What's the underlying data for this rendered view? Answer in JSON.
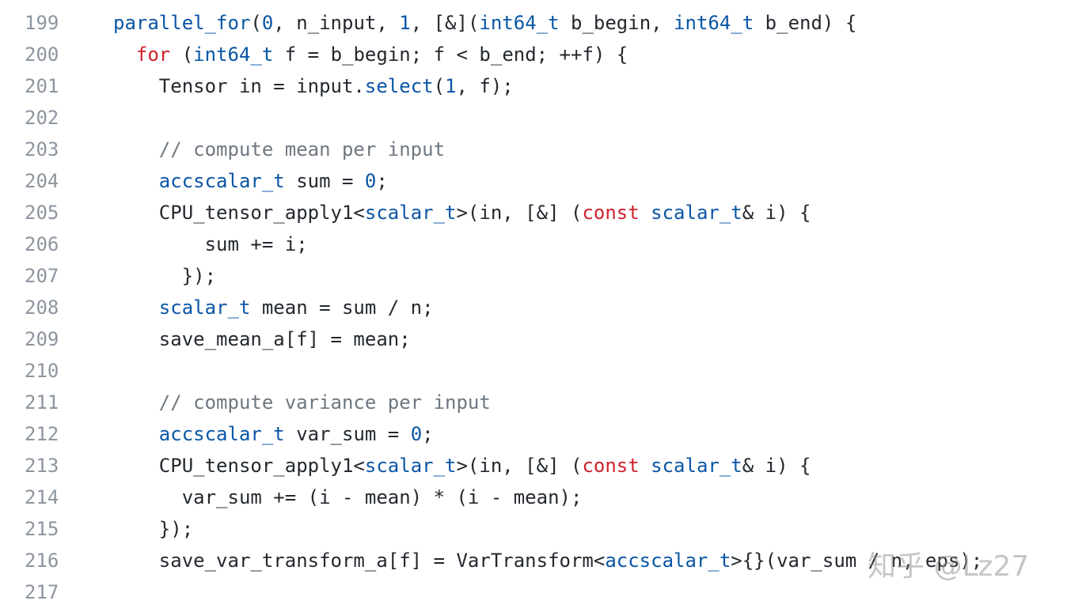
{
  "colors": {
    "background": "#ffffff",
    "line_number": "#8c959f",
    "plain": "#24292f",
    "type": "#0a56a5",
    "keyword": "#cf222e",
    "comment": "#6e7781"
  },
  "code": {
    "lines": [
      {
        "number": "199",
        "indent": "",
        "tokens": [
          {
            "t": "parallel_for",
            "c": "func"
          },
          {
            "t": "(",
            "c": "plain"
          },
          {
            "t": "0",
            "c": "num"
          },
          {
            "t": ", n_input, ",
            "c": "plain"
          },
          {
            "t": "1",
            "c": "num"
          },
          {
            "t": ", [&](",
            "c": "plain"
          },
          {
            "t": "int64_t",
            "c": "type"
          },
          {
            "t": " b_begin, ",
            "c": "plain"
          },
          {
            "t": "int64_t",
            "c": "type"
          },
          {
            "t": " b_end) {",
            "c": "plain"
          }
        ]
      },
      {
        "number": "200",
        "indent": "  ",
        "tokens": [
          {
            "t": "for",
            "c": "kw"
          },
          {
            "t": " (",
            "c": "plain"
          },
          {
            "t": "int64_t",
            "c": "type"
          },
          {
            "t": " f = b_begin; f < b_end; ++f) {",
            "c": "plain"
          }
        ]
      },
      {
        "number": "201",
        "indent": "    ",
        "tokens": [
          {
            "t": "Tensor in = input.",
            "c": "plain"
          },
          {
            "t": "select",
            "c": "func"
          },
          {
            "t": "(",
            "c": "plain"
          },
          {
            "t": "1",
            "c": "num"
          },
          {
            "t": ", f);",
            "c": "plain"
          }
        ]
      },
      {
        "number": "202",
        "indent": "",
        "tokens": []
      },
      {
        "number": "203",
        "indent": "    ",
        "tokens": [
          {
            "t": "// compute mean per input",
            "c": "comment"
          }
        ]
      },
      {
        "number": "204",
        "indent": "    ",
        "tokens": [
          {
            "t": "accscalar_t",
            "c": "type"
          },
          {
            "t": " sum = ",
            "c": "plain"
          },
          {
            "t": "0",
            "c": "num"
          },
          {
            "t": ";",
            "c": "plain"
          }
        ]
      },
      {
        "number": "205",
        "indent": "    ",
        "tokens": [
          {
            "t": "CPU_tensor_apply1<",
            "c": "plain"
          },
          {
            "t": "scalar_t",
            "c": "type"
          },
          {
            "t": ">(in, [&] (",
            "c": "plain"
          },
          {
            "t": "const",
            "c": "kw"
          },
          {
            "t": " ",
            "c": "plain"
          },
          {
            "t": "scalar_t",
            "c": "type"
          },
          {
            "t": "& i) {",
            "c": "plain"
          }
        ]
      },
      {
        "number": "206",
        "indent": "        ",
        "tokens": [
          {
            "t": "sum += i;",
            "c": "plain"
          }
        ]
      },
      {
        "number": "207",
        "indent": "      ",
        "tokens": [
          {
            "t": "});",
            "c": "plain"
          }
        ]
      },
      {
        "number": "208",
        "indent": "    ",
        "tokens": [
          {
            "t": "scalar_t",
            "c": "type"
          },
          {
            "t": " mean = sum / n;",
            "c": "plain"
          }
        ]
      },
      {
        "number": "209",
        "indent": "    ",
        "tokens": [
          {
            "t": "save_mean_a[f] = mean;",
            "c": "plain"
          }
        ]
      },
      {
        "number": "210",
        "indent": "",
        "tokens": []
      },
      {
        "number": "211",
        "indent": "    ",
        "tokens": [
          {
            "t": "// compute variance per input",
            "c": "comment"
          }
        ]
      },
      {
        "number": "212",
        "indent": "    ",
        "tokens": [
          {
            "t": "accscalar_t",
            "c": "type"
          },
          {
            "t": " var_sum = ",
            "c": "plain"
          },
          {
            "t": "0",
            "c": "num"
          },
          {
            "t": ";",
            "c": "plain"
          }
        ]
      },
      {
        "number": "213",
        "indent": "    ",
        "tokens": [
          {
            "t": "CPU_tensor_apply1<",
            "c": "plain"
          },
          {
            "t": "scalar_t",
            "c": "type"
          },
          {
            "t": ">(in, [&] (",
            "c": "plain"
          },
          {
            "t": "const",
            "c": "kw"
          },
          {
            "t": " ",
            "c": "plain"
          },
          {
            "t": "scalar_t",
            "c": "type"
          },
          {
            "t": "& i) {",
            "c": "plain"
          }
        ]
      },
      {
        "number": "214",
        "indent": "      ",
        "tokens": [
          {
            "t": "var_sum += (i - mean) * (i - mean);",
            "c": "plain"
          }
        ]
      },
      {
        "number": "215",
        "indent": "    ",
        "tokens": [
          {
            "t": "});",
            "c": "plain"
          }
        ]
      },
      {
        "number": "216",
        "indent": "    ",
        "tokens": [
          {
            "t": "save_var_transform_a[f] = VarTransform<",
            "c": "plain"
          },
          {
            "t": "accscalar_t",
            "c": "type"
          },
          {
            "t": ">{}(var_sum / n, eps);",
            "c": "plain"
          }
        ]
      },
      {
        "number": "217",
        "indent": "",
        "tokens": []
      }
    ]
  },
  "watermark": {
    "text": "知乎 @Lz27"
  }
}
